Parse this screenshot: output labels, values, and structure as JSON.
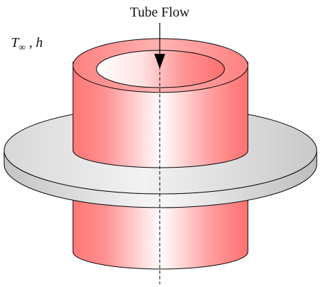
{
  "diagram": {
    "title": "Tube Flow",
    "ambient_label": {
      "temperature": "T",
      "subscript": "∞",
      "separator": " , ",
      "coefficient": "h"
    },
    "colors": {
      "tube_edge": "#ff7a7a",
      "tube_highlight": "#ffffff",
      "tube_inner": "#f36a6a",
      "fin_light": "#f2f2f2",
      "fin_dark": "#c8c8c8",
      "outline": "#000000"
    },
    "icons": {
      "flow_arrow": "arrow-down-icon",
      "centerline": "dashed-axis-line"
    }
  }
}
